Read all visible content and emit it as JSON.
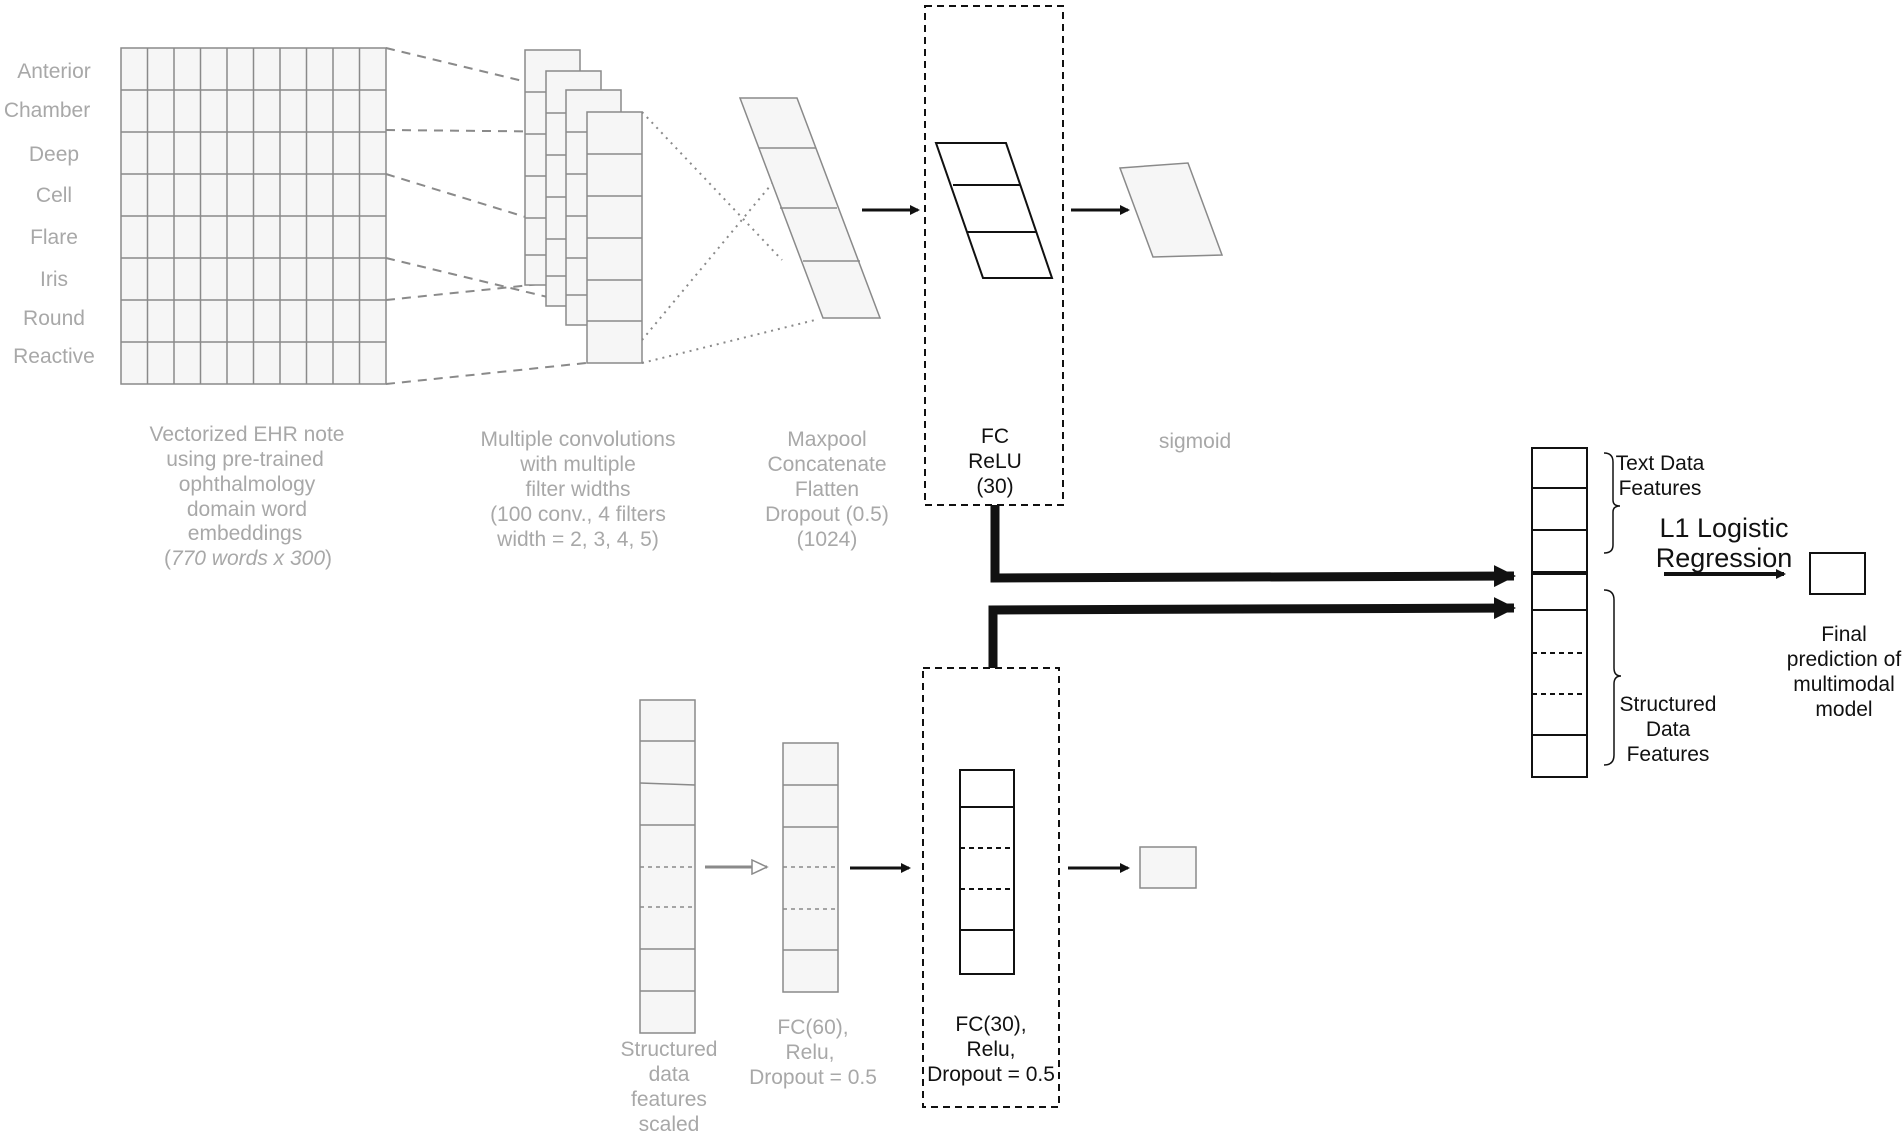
{
  "words": [
    "Anterior",
    "Chamber",
    "Deep",
    "Cell",
    "Flare",
    "Iris",
    "Round",
    "Reactive"
  ],
  "captions": {
    "embedding": [
      "Vectorized EHR note",
      "using pre-trained",
      "ophthalmology",
      "domain word",
      "embeddings"
    ],
    "embedding_dims": "770 words x 300",
    "embedding_open": "(",
    "embedding_close": ")",
    "convolutions": [
      "Multiple convolutions",
      "with multiple",
      "filter widths",
      "(100 conv., 4 filters",
      "width = 2, 3, 4, 5)"
    ],
    "maxpool": [
      "Maxpool",
      "Concatenate",
      "Flatten",
      "Dropout (0.5)",
      "(1024)"
    ],
    "fc_text": [
      "FC",
      "ReLU",
      "(30)"
    ],
    "sigmoid": "sigmoid",
    "text_features": [
      "Text Data",
      "Features"
    ],
    "structured_features": [
      "Structured",
      "Data",
      "Features"
    ],
    "logistic": [
      "L1 Logistic",
      "Regression"
    ],
    "final": [
      "Final",
      "prediction of",
      "multimodal",
      "model"
    ],
    "structured_input": [
      "Structured",
      "data",
      "features",
      "scaled"
    ],
    "fc60": [
      "FC(60),",
      "Relu,",
      "Dropout = 0.5"
    ],
    "fc30": [
      "FC(30),",
      "Relu,",
      "Dropout = 0.5"
    ]
  },
  "colors": {
    "gray_text": "#a8a8a8",
    "gray_line": "#8a8a8a",
    "black": "#111111",
    "fill": "#f6f6f6"
  }
}
